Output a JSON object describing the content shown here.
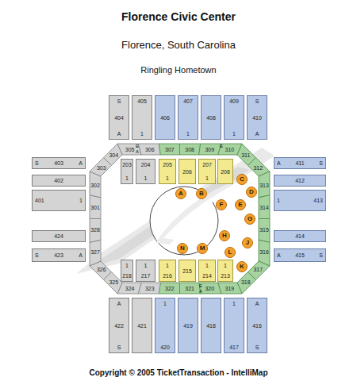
{
  "diagram": {
    "title": "Florence Civic Center",
    "caption": "Copyright © 2005 TicketTransaction - IntelliMap",
    "nodes": [
      {
        "text": [
          "S",
          "404",
          "A"
        ]
      },
      {
        "text": [
          "405",
          "1"
        ]
      },
      {
        "text": [
          "406"
        ]
      },
      {
        "text": [
          "407",
          "1"
        ]
      },
      {
        "text": [
          "408"
        ]
      },
      {
        "text": [
          "409",
          "1"
        ]
      },
      {
        "text": [
          "S",
          "410",
          "A"
        ]
      },
      {
        "text": [
          "S",
          "403",
          "A"
        ]
      },
      {
        "text": [
          "402"
        ]
      },
      {
        "text": [
          "401",
          "1"
        ]
      },
      {
        "text": [
          "424"
        ]
      },
      {
        "text": [
          "S",
          "423",
          "A"
        ]
      },
      {
        "text": [
          "A",
          "411",
          "S"
        ]
      },
      {
        "text": [
          "412"
        ]
      },
      {
        "text": [
          "1",
          "413"
        ]
      },
      {
        "text": [
          "414"
        ]
      },
      {
        "text": [
          "A",
          "415",
          "S"
        ]
      },
      {
        "text": [
          "203",
          "1"
        ]
      },
      {
        "text": [
          "204",
          "1"
        ]
      },
      {
        "text": [
          "205",
          "1"
        ]
      },
      {
        "text": [
          "206"
        ]
      },
      {
        "text": [
          "207",
          "1"
        ]
      },
      {
        "text": [
          "208"
        ]
      },
      {
        "text": [
          "1",
          "218"
        ]
      },
      {
        "text": [
          "1",
          "217"
        ]
      },
      {
        "text": [
          "1",
          "216"
        ]
      },
      {
        "text": [
          "215"
        ]
      },
      {
        "text": [
          "1",
          "214"
        ]
      },
      {
        "text": [
          "1",
          "213"
        ]
      },
      {
        "text": [
          "A",
          "422",
          "S"
        ]
      },
      {
        "text": [
          "421"
        ]
      },
      {
        "text": [
          "1",
          "420"
        ]
      },
      {
        "text": [
          "419"
        ]
      },
      {
        "text": [
          "418"
        ]
      },
      {
        "text": [
          "1",
          "417"
        ]
      },
      {
        "text": [
          "A",
          "416",
          "S"
        ]
      },
      {
        "text": [
          "305"
        ]
      },
      {
        "text": [
          "306"
        ]
      },
      {
        "text": [
          "307"
        ]
      },
      {
        "text": [
          "308"
        ]
      },
      {
        "text": [
          "309"
        ]
      },
      {
        "text": [
          "310"
        ]
      },
      {
        "text": [
          "311"
        ]
      },
      {
        "text": [
          "312"
        ]
      },
      {
        "text": [
          "313"
        ]
      },
      {
        "text": [
          "314"
        ]
      },
      {
        "text": [
          "315"
        ]
      },
      {
        "text": [
          "316"
        ]
      },
      {
        "text": [
          "317"
        ]
      },
      {
        "text": [
          "318"
        ]
      },
      {
        "text": [
          "319"
        ]
      },
      {
        "text": [
          "320"
        ]
      },
      {
        "text": [
          "321"
        ]
      },
      {
        "text": [
          "322"
        ]
      },
      {
        "text": [
          "323"
        ]
      },
      {
        "text": [
          "324"
        ]
      },
      {
        "text": [
          "325"
        ]
      },
      {
        "text": [
          "326"
        ]
      },
      {
        "text": [
          "327"
        ]
      },
      {
        "text": [
          "328"
        ]
      },
      {
        "text": [
          "301"
        ]
      },
      {
        "text": [
          "302"
        ]
      },
      {
        "text": [
          "303"
        ]
      },
      {
        "text": [
          "304"
        ]
      },
      {
        "text": [
          "A"
        ]
      },
      {
        "text": [
          "B"
        ]
      },
      {
        "text": [
          "C"
        ]
      },
      {
        "text": [
          "D"
        ]
      },
      {
        "text": [
          "E"
        ]
      },
      {
        "text": [
          "F"
        ]
      },
      {
        "text": [
          "G"
        ]
      },
      {
        "text": [
          "H"
        ]
      },
      {
        "text": [
          "J"
        ]
      },
      {
        "text": [
          "K"
        ]
      },
      {
        "text": [
          "L"
        ]
      },
      {
        "text": [
          "M"
        ]
      },
      {
        "text": [
          "N"
        ]
      }
    ],
    "labels": [
      "Florence, South Carolina",
      "Ringling Hometown",
      "E",
      "A",
      "E",
      "E",
      "A"
    ]
  }
}
